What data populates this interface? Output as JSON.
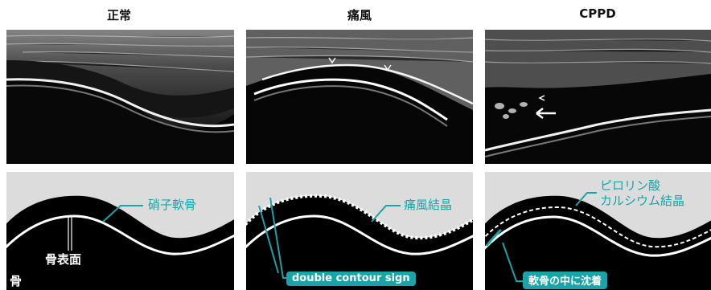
{
  "columns": [
    {
      "title": "正常"
    },
    {
      "title": "痛風"
    },
    {
      "title": "CPPD"
    }
  ],
  "labels": {
    "hyaline_cartilage": "硝子軟骨",
    "bone_surface": "骨表面",
    "bone": "骨",
    "urate_crystal": "痛風結晶",
    "double_contour_sign": "double contour sign",
    "cppd_crystal_line1": "ピロリン酸",
    "cppd_crystal_line2": "カルシウム結晶",
    "deposit_in_cartilage": "軟骨の中に沈着"
  },
  "colors": {
    "accent": "#1aa3a8",
    "background_gray": "#dcdcdc",
    "cartilage": "#000000",
    "bone_line": "#ffffff"
  }
}
